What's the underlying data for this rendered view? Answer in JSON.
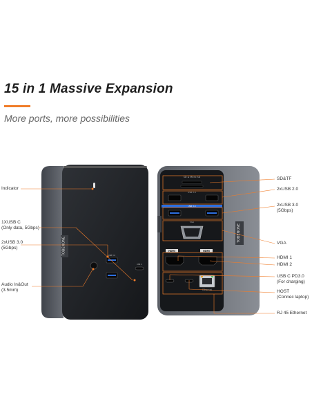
{
  "headline": "15 in 1 Massive Expansion",
  "tagline": "More ports, more possibilities",
  "accent_color": "#f07d2a",
  "brand": "TOBENONE",
  "left_labels": [
    {
      "lines": [
        "Indicator"
      ]
    },
    {
      "lines": [
        "1XUSB C",
        "(Only data, 5Gbps)"
      ]
    },
    {
      "lines": [
        "2xUSB 3.0",
        "(5Gbps)"
      ]
    },
    {
      "lines": [
        "Audio In&Out",
        "(3.5mm)"
      ]
    }
  ],
  "right_labels": [
    {
      "lines": [
        "SD&TF"
      ]
    },
    {
      "lines": [
        "2xUSB 2.0"
      ]
    },
    {
      "lines": [
        "2xUSB 3.0",
        "(5Gbps)"
      ]
    },
    {
      "lines": [
        "VGA"
      ]
    },
    {
      "lines": [
        "HDMI 1"
      ]
    },
    {
      "lines": [
        "HDMI 2"
      ]
    },
    {
      "lines": [
        "USB C PD3.0",
        "(For charging)"
      ]
    },
    {
      "lines": [
        "HOST",
        "(Connec laptop)"
      ]
    },
    {
      "lines": [
        "RJ 45 Ethernet"
      ]
    }
  ],
  "device_text": {
    "sd_tf": "SD & Micro SD",
    "usb20": "USB 2.0",
    "usb30": "USB 3.0",
    "vga": "VGA",
    "hdmi1": "HDMI",
    "hdmi2": "HDMI",
    "ethernet": "Ethernet",
    "front_usb": "USB 3.0",
    "front_usbc": "USB C"
  }
}
